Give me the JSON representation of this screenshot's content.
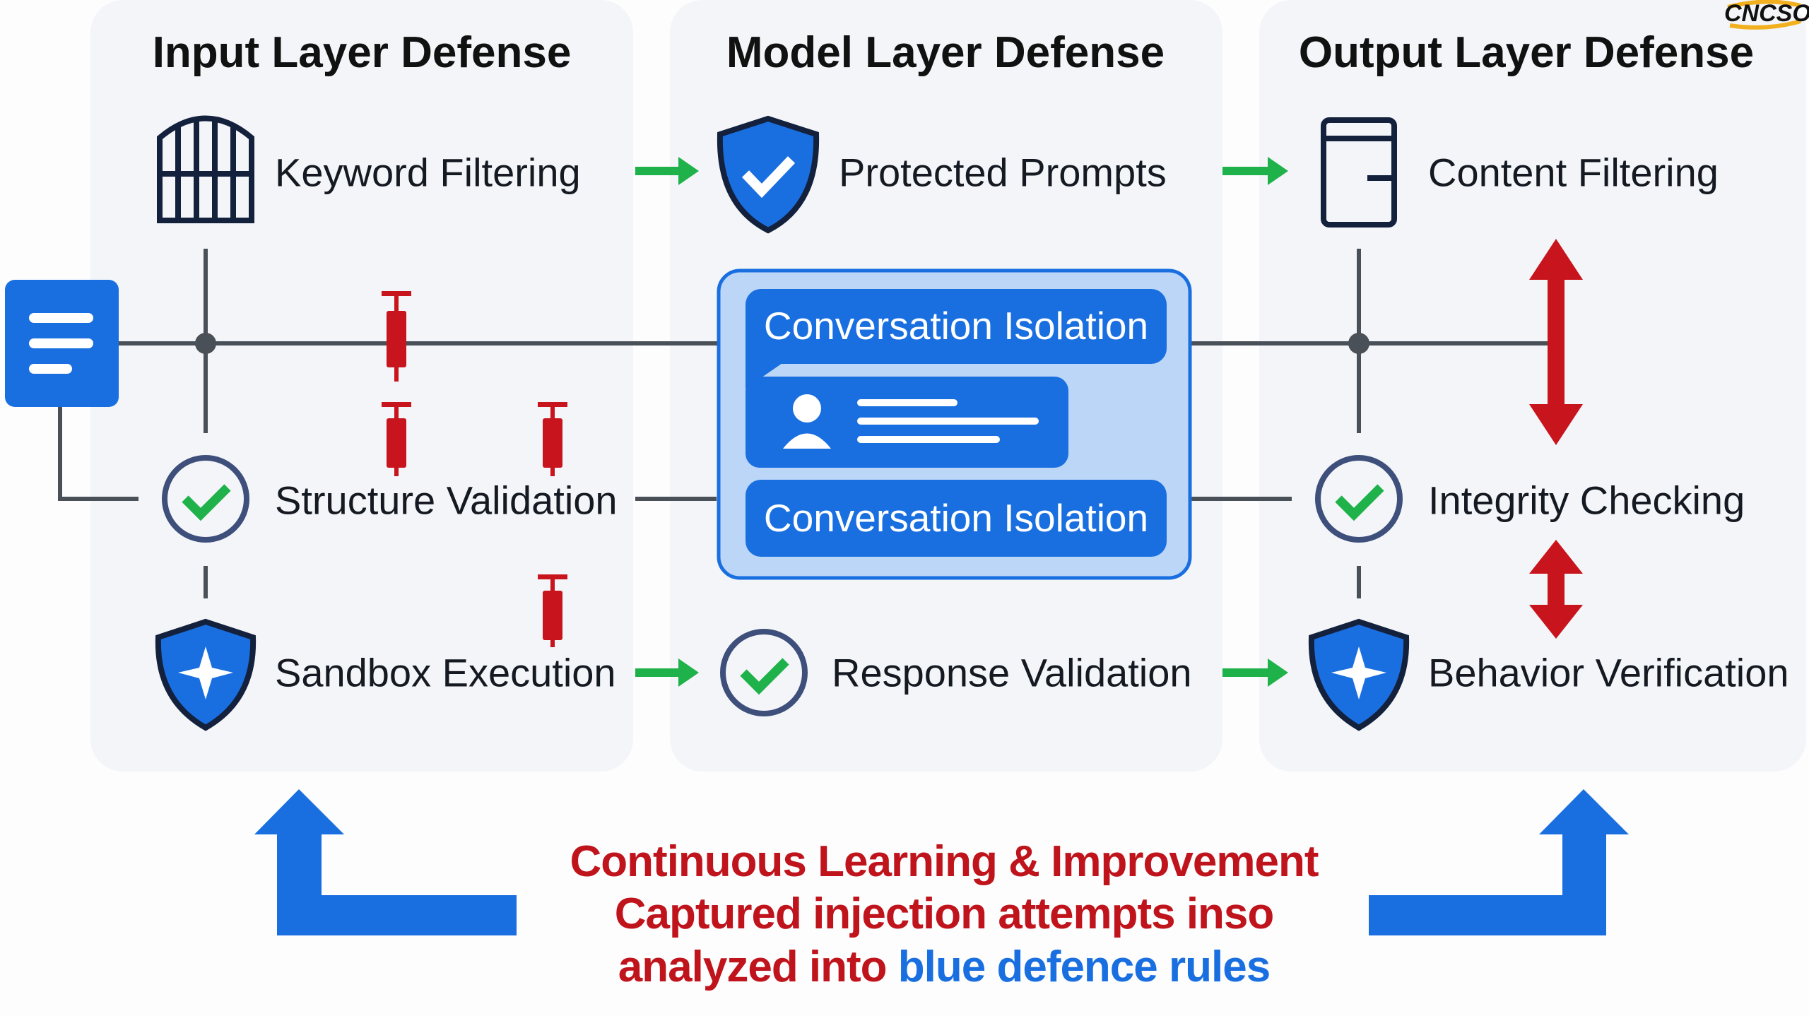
{
  "columns": [
    {
      "title": "Input Layer Defense",
      "items": [
        "Keyword Filtering",
        "Structure Validation",
        "Sandbox Execution"
      ],
      "icons": [
        "firewall-icon",
        "check-circle-icon",
        "shield-star-icon"
      ]
    },
    {
      "title": "Model Layer Defense",
      "items": [
        "Protected Prompts",
        "Response Validation"
      ],
      "icons": [
        "shield-check-icon",
        "check-circle-icon"
      ]
    },
    {
      "title": "Output Layer Defense",
      "items": [
        "Content Filtering",
        "Integrity Checking",
        "Behavior Verification"
      ],
      "icons": [
        "filter-device-icon",
        "check-circle-icon",
        "shield-star-icon"
      ]
    }
  ],
  "isolation": {
    "top": "Conversation Isolation",
    "bottom": "Conversation Isolation"
  },
  "footer": {
    "line1": "Continuous Learning & Improvement",
    "line2": "Captured injection attempts inso",
    "line3_red": "analyzed into ",
    "line3_blue": "blue defence rules"
  },
  "logo": "CNCSO",
  "colors": {
    "blue": "#1a6fe0",
    "green": "#1fb24a",
    "red": "#c8141c",
    "navy": "#14213d"
  }
}
